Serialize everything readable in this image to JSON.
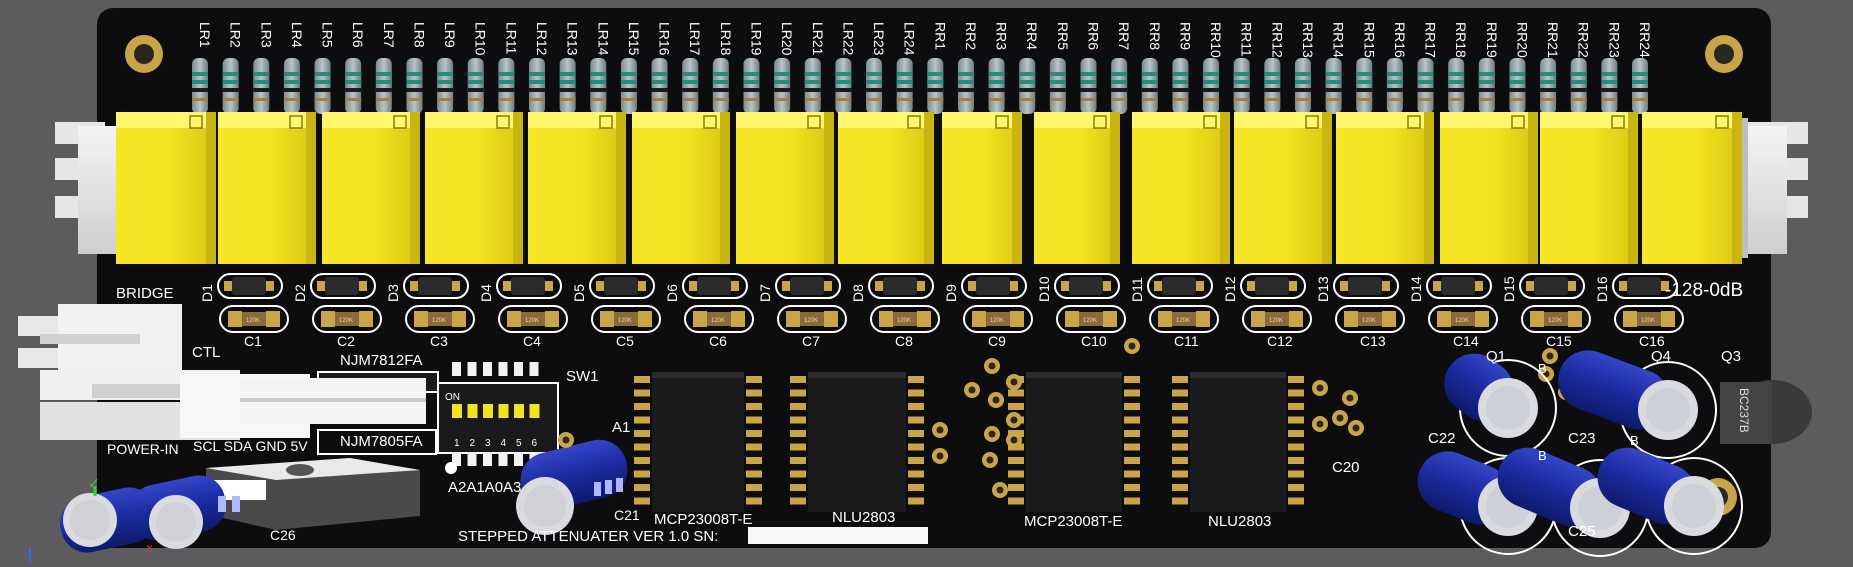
{
  "board": {
    "colors": {
      "background": "#5d5b5e",
      "pcb": "#0d0d0f",
      "relay": "#f2e21e",
      "capacitor": "#1f2fa8",
      "pad": "#c9a54a",
      "silkscreen": "#ffffff"
    },
    "resistors_left": [
      "LR1",
      "LR2",
      "LR3",
      "LR4",
      "LR5",
      "LR6",
      "LR7",
      "LR8",
      "LR9",
      "LR10",
      "LR11",
      "LR12",
      "LR13",
      "LR14",
      "LR15",
      "LR16",
      "LR17",
      "LR18",
      "LR19",
      "LR20",
      "LR21",
      "LR22",
      "LR23",
      "LR24"
    ],
    "resistors_right": [
      "RR1",
      "RR2",
      "RR3",
      "RR4",
      "RR5",
      "RR6",
      "RR7",
      "RR8",
      "RR9",
      "RR10",
      "RR11",
      "RR12",
      "RR13",
      "RR14",
      "RR15",
      "RR16",
      "RR17",
      "RR18",
      "RR19",
      "RR20",
      "RR21",
      "RR22",
      "RR23",
      "RR24"
    ],
    "diodes": [
      "D1",
      "D2",
      "D3",
      "D4",
      "D5",
      "D6",
      "D7",
      "D8",
      "D9",
      "D10",
      "D11",
      "D12",
      "D13",
      "D14",
      "D15",
      "D16"
    ],
    "caps": [
      "C1",
      "C2",
      "C3",
      "C4",
      "C5",
      "C6",
      "C7",
      "C8",
      "C9",
      "C10",
      "C11",
      "C12",
      "C13",
      "C14",
      "C15",
      "C16"
    ],
    "smd_cap_marking": "120K",
    "range_label": "-128-0dB",
    "bridge_label": "BRIDGE",
    "ctl_label": "CTL",
    "power_in_label": "POWER-IN",
    "ctl_pins_label": "SCL SDA GND 5V",
    "reg1": "NJM7812FA",
    "reg2": "NJM7805FA",
    "sw_label": "SW1",
    "sw_on": "ON",
    "sw_numbers": [
      "1",
      "2",
      "3",
      "4",
      "5",
      "6"
    ],
    "addr_label": "A2A1A0A3",
    "a1_label": "A1",
    "chip1": "MCP23008T-E",
    "chip2": "NLU2803",
    "chip3": "MCP23008T-E",
    "chip4": "NLU2803",
    "c21": "C21",
    "c26": "C26",
    "c20": "C20",
    "c22": "C22",
    "c23": "C23",
    "c25": "C25",
    "q1": "Q1",
    "q3": "Q3",
    "q4": "Q4",
    "transistor_mark": "BC237B",
    "b_mark": "B",
    "footer": "STEPPED ATTENUATER   VER 1.0   SN:"
  }
}
